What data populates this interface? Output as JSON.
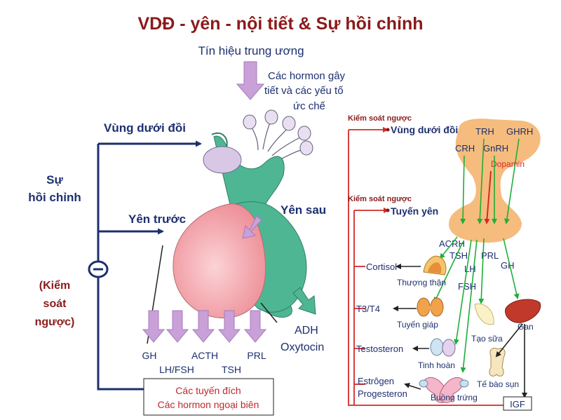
{
  "title": "VDĐ - yên - nội tiết & Sự hồi chỉnh",
  "left_panel": {
    "central_signal": "Tín hiệu trung ương",
    "hormone_note": [
      "Các hormon gây",
      "tiết và các yếu tố",
      "ức chế"
    ],
    "hypothalamus": "Vùng dưới đồi",
    "feedback": [
      "Sự",
      "hồi chỉnh"
    ],
    "anterior": "Yên trước",
    "posterior": "Yên sau",
    "neg_feedback": [
      "(Kiểm",
      "soát",
      "ngược)"
    ],
    "posterior_hormones": [
      "ADH",
      "Oxytocin"
    ],
    "anterior_hormones": [
      "GH",
      "LH/FSH",
      "ACTH",
      "TSH",
      "PRL"
    ],
    "target_box": [
      "Các tuyến đích",
      "Các hormon ngoại biên"
    ]
  },
  "right_panel": {
    "control1": "Kiểm soát ngược",
    "hypothalamus": "Vùng dưới đồi",
    "control2": "Kiểm soát ngược",
    "pituitary": "Tuyến yên",
    "releasing": [
      "TRH",
      "GHRH",
      "CRH",
      "GnRH"
    ],
    "dopamine": "Dopamin",
    "pituitary_hormones": [
      "ACRH",
      "TSH",
      "PRL",
      "LH",
      "FSH",
      "GH"
    ],
    "peripheral": [
      "Cortisol",
      "T3/T4",
      "Testosteron",
      "Estrôgen",
      "Progesteron"
    ],
    "organs": [
      "Thượng thận",
      "Tuyến giáp",
      "Tạo sữa",
      "Gan",
      "Tinh hoàn",
      "Tế bào sụn",
      "Buồng trứng"
    ],
    "igf": "IGF"
  },
  "colors": {
    "title": "#8b1a1a",
    "navy": "#1d2f6f",
    "anterior_fill": "#f2a7ad",
    "posterior_fill": "#4fb693",
    "arrow_violet": "#c9a0d8",
    "feedback_red": "#d42a2a",
    "arrow_green": "#1fae3a",
    "brain_orange": "#f3b066"
  }
}
